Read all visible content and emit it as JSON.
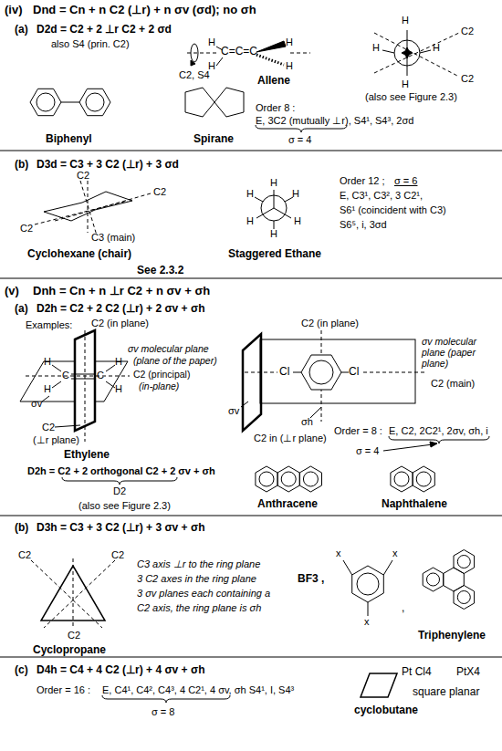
{
  "diagram": {
    "labels": [
      "(iv)",
      "Dnd = Cn + n C2 (⊥r) + n σv (σd); no σh",
      "(a)",
      "D2d = C2 + 2 ⊥r C2 + 2 σd",
      "also S4 (prin. C2)",
      "H",
      "H",
      "C=C=C",
      "H",
      "H",
      "C2, S4",
      "Allene",
      "H",
      "H",
      "H",
      "H",
      "C2",
      "C2",
      "(also see Figure 2.3)",
      "Biphenyl",
      "Spirane",
      "Order 8 :",
      "E, 3C2 (mutually ⊥r), S4¹, S4³, 2σd",
      "σ = 4",
      "(b)",
      "D3d = C3 + 3 C2 (⊥r) + 3 σd",
      "C2",
      "C2",
      "C2",
      "C3 (main)",
      "Cyclohexane (chair)",
      "See 2.3.2",
      "H",
      "H",
      "H",
      "H",
      "H",
      "H",
      "Staggered Ethane",
      "Order 12 ;",
      "σ = 6",
      "E, C3¹, C3², 3 C2¹,",
      "S6¹ (coincident with C3)",
      "S6⁵, i, 3σd",
      "(v)",
      "Dnh = Cn + n ⊥r C2 + n σv + σh",
      "(a)",
      "D2h = C2 + 2 C2 (⊥r) + 2 σv + σh",
      "Examples:",
      "C2 (in plane)",
      "H",
      "H",
      "C",
      "C",
      "H",
      "H",
      "σv molecular plane",
      "(plane of the paper)",
      "C2 (principal)",
      "(in-plane)",
      "σv",
      "C2",
      "(⊥r plane)",
      "Ethylene",
      "D2h = C2 + 2 orthogonal C2 + 2 σv + σh",
      "D2",
      "(also see Figure 2.3)",
      "C2 (in plane)",
      "σv molecular plane (paper plane)",
      "Cl",
      "Cl",
      "C2 (main)",
      "σv",
      "σh",
      "C2 in (⊥r plane)",
      "Order = 8 :",
      "E, C2, 2C2¹, 2σv, σh, i",
      "σ = 4",
      "Anthracene",
      "Naphthalene",
      "(b)",
      "D3h = C3 + 3 C2 (⊥r) + 3 σv + σh",
      "C2",
      "C2",
      "C2",
      "Cyclopropane",
      "C3 axis ⊥r to the ring plane",
      "3 C2 axes in the ring plane",
      "3 σv planes each containing a",
      "C2 axis, the ring plane is σh",
      "BF3 ,",
      "x",
      "x",
      "x",
      ",",
      "Triphenylene",
      "(c)",
      "D4h = C4 + 4 C2 (⊥r) + 4 σv + σh",
      "Order = 16 :",
      "E, C4¹, C4², C4³, 4 C2¹, 4 σv, σh S4¹, I, S4³",
      "σ = 8",
      "cyclobutane",
      "Pt Cl4",
      "PtX4",
      "square planar"
    ]
  }
}
